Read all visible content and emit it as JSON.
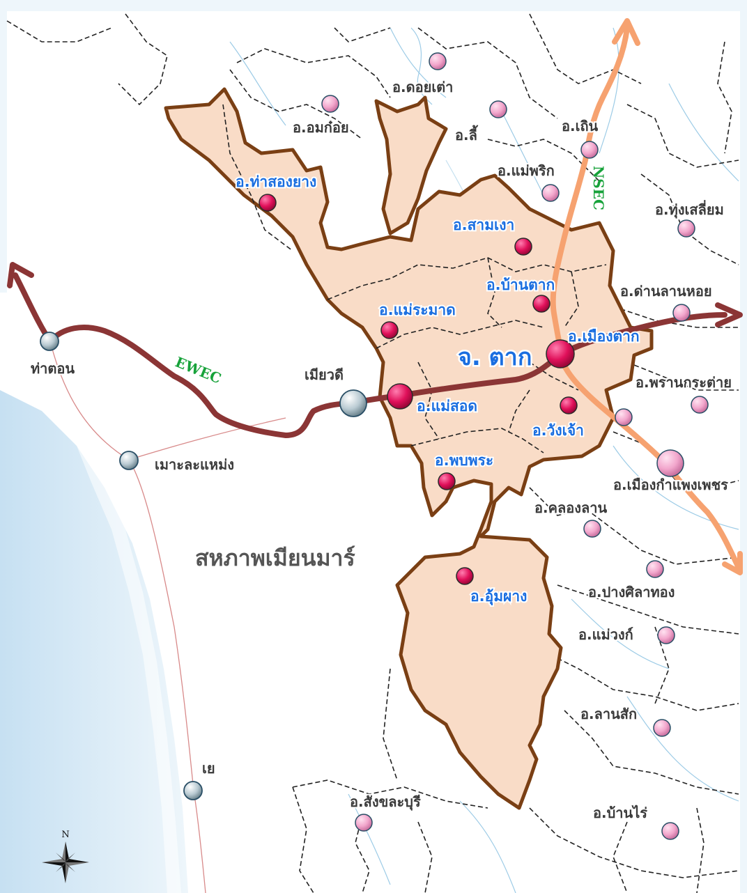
{
  "province_label": "จ. ตาก",
  "country_label": "สหภาพเมียนมาร์",
  "corridors": {
    "ewec": "EWEC",
    "nsec": "NSEC"
  },
  "compass": {
    "north": "N"
  },
  "tak_districts": [
    {
      "label": "อ.ท่าสองยาง"
    },
    {
      "label": "อ.สามเงา"
    },
    {
      "label": "อ.บ้านตาก"
    },
    {
      "label": "อ.แม่ระมาด"
    },
    {
      "label": "อ.เมืองตาก"
    },
    {
      "label": "อ.แม่สอด"
    },
    {
      "label": "อ.วังเจ้า"
    },
    {
      "label": "อ.พบพระ"
    },
    {
      "label": "อ.อุ้มผาง"
    }
  ],
  "neighbor_districts": [
    {
      "label": "อ.ดอยเต่า"
    },
    {
      "label": "อ.อมก๋อย"
    },
    {
      "label": "อ.ลี้"
    },
    {
      "label": "อ.เถิน"
    },
    {
      "label": "อ.แม่พริก"
    },
    {
      "label": "อ.ทุ่งเสลี่ยม"
    },
    {
      "label": "อ.ด่านลานหอย"
    },
    {
      "label": "อ.พรานกระต่าย"
    },
    {
      "label": "อ.เมืองกำแพงเพชร"
    },
    {
      "label": "อ.คลองลาน"
    },
    {
      "label": "อ.ปางศิลาทอง"
    },
    {
      "label": "อ.แม่วงก์"
    },
    {
      "label": "อ.ลานสัก"
    },
    {
      "label": "อ.สังขละบุรี"
    },
    {
      "label": "อ.บ้านไร่"
    }
  ],
  "myanmar_towns": [
    {
      "label": "ท่าตอน"
    },
    {
      "label": "เมียวดี"
    },
    {
      "label": "เมาะละแหม่ง"
    },
    {
      "label": "เย"
    }
  ],
  "colors": {
    "tak_fill": "#f9dcc7",
    "tak_border": "#7a3f14",
    "ewec_route": "#8b3535",
    "nsec_route": "#f6a270",
    "corridor_text": "#17a23a",
    "tak_marker": "#e0105a",
    "neighbor_marker": "#f2a6cc",
    "myanmar_marker": "#a9c2cc",
    "sea": "#e2f0f9",
    "district_text": "#1a6ee0"
  }
}
